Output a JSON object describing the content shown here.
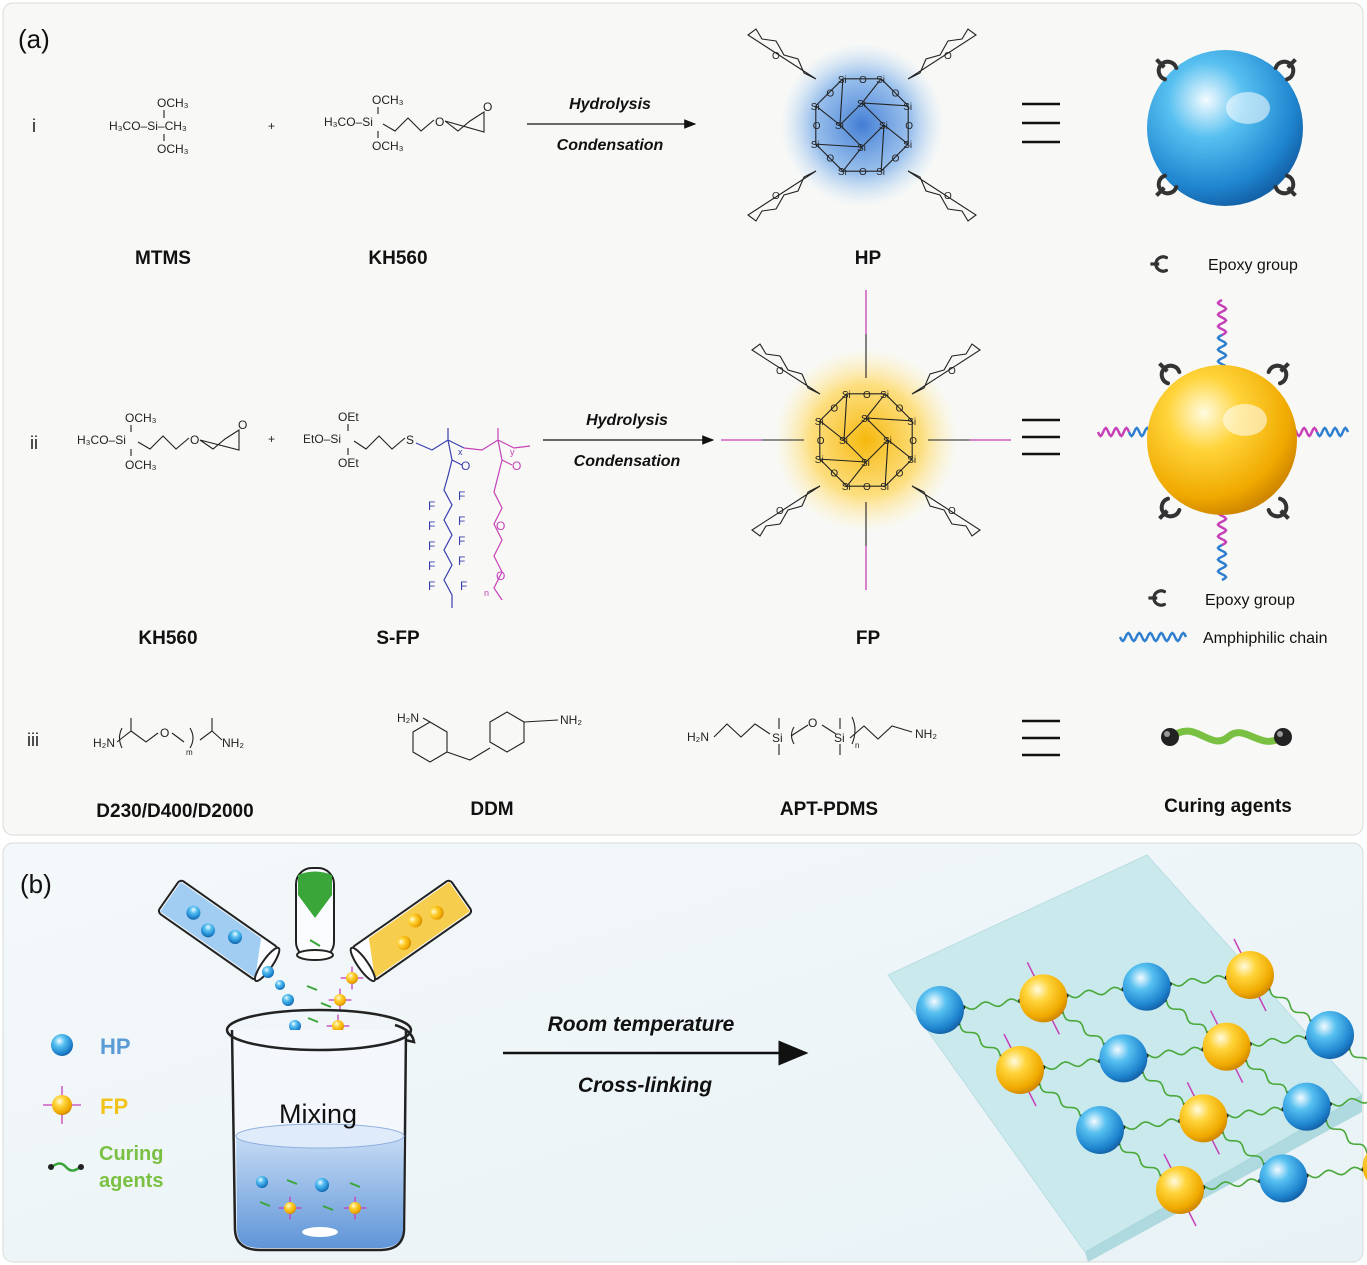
{
  "panel_a": {
    "label": "(a)",
    "row_i": {
      "roman": "i",
      "mtms": {
        "top": "OCH₃",
        "middle": "H₃CO–Si–CH₃",
        "bottom": "OCH₃",
        "name": "MTMS"
      },
      "plus": "+",
      "kh560": {
        "top": "OCH₃",
        "left": "H₃CO–Si",
        "o": "O",
        "epoxide_o": "O",
        "bottom": "OCH₃",
        "name": "KH560"
      },
      "reaction_top": "Hydrolysis",
      "reaction_bottom": "Condensation",
      "product_name": "HP",
      "legend_epoxy": "Epoxy group"
    },
    "row_ii": {
      "roman": "ii",
      "kh560": {
        "top": "OCH₃",
        "left": "H₃CO–Si",
        "o": "O",
        "epoxide_o": "O",
        "bottom": "OCH₃",
        "name": "KH560"
      },
      "plus": "+",
      "sfp": {
        "top": "OEt",
        "left": "EtO–Si",
        "bottom": "OEt",
        "s": "S",
        "x": "x",
        "y": "y",
        "f": "F",
        "o": "O",
        "n": "n",
        "name": "S-FP"
      },
      "reaction_top": "Hydrolysis",
      "reaction_bottom": "Condensation",
      "product_name": "FP",
      "legend_epoxy": "Epoxy group",
      "legend_chain": "Amphiphilic chain"
    },
    "row_iii": {
      "roman": "iii",
      "d230": {
        "left": "H₂N",
        "o": "O",
        "m": "m",
        "right": "NH₂",
        "name": "D230/D400/D2000"
      },
      "ddm": {
        "left": "H₂N",
        "right": "NH₂",
        "name": "DDM"
      },
      "apt": {
        "left": "H₂N",
        "si1": "Si",
        "o": "O",
        "si2": "Si",
        "n": "n",
        "right": "NH₂",
        "name": "APT-PDMS"
      },
      "result_name": "Curing agents"
    },
    "cage": {
      "si": "Si",
      "o": "O"
    }
  },
  "panel_b": {
    "label": "(b)",
    "beaker_label": "Mixing",
    "legend": [
      {
        "label": "HP",
        "color": "#5b9bd5"
      },
      {
        "label": "FP",
        "color": "#f2c31b"
      },
      {
        "label": "Curing",
        "label2": "agents",
        "color": "#7ac143"
      }
    ],
    "arrow_top": "Room temperature",
    "arrow_bottom": "Cross-linking"
  },
  "colors": {
    "hp_blue": "#2f9be0",
    "fp_yellow": "#f5c018",
    "fluoro_blue": "#3a3fb0",
    "peg_pink": "#c640b8",
    "curing_green": "#7ac143"
  }
}
